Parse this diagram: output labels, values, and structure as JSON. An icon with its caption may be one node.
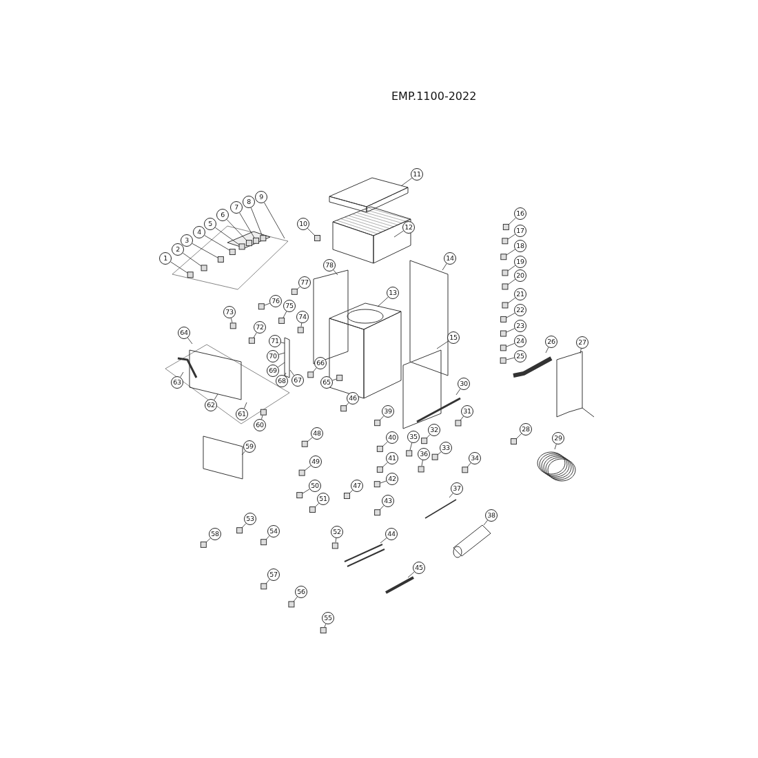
{
  "diagram": {
    "title": "EMP.1100-2022",
    "nodes": [
      {
        "text": [
          "1"
        ]
      },
      {
        "text": [
          "2"
        ]
      },
      {
        "text": [
          "3"
        ]
      },
      {
        "text": [
          "4"
        ]
      },
      {
        "text": [
          "5"
        ]
      },
      {
        "text": [
          "6"
        ]
      },
      {
        "text": [
          "7"
        ]
      },
      {
        "text": [
          "8"
        ]
      },
      {
        "text": [
          "9"
        ]
      },
      {
        "text": [
          "10"
        ]
      },
      {
        "text": [
          "11"
        ]
      },
      {
        "text": [
          "12"
        ]
      },
      {
        "text": [
          "13"
        ]
      },
      {
        "text": [
          "14"
        ]
      },
      {
        "text": [
          "15"
        ]
      },
      {
        "text": [
          "16"
        ]
      },
      {
        "text": [
          "17"
        ]
      },
      {
        "text": [
          "18"
        ]
      },
      {
        "text": [
          "19"
        ]
      },
      {
        "text": [
          "20"
        ]
      },
      {
        "text": [
          "21"
        ]
      },
      {
        "text": [
          "22"
        ]
      },
      {
        "text": [
          "23"
        ]
      },
      {
        "text": [
          "24"
        ]
      },
      {
        "text": [
          "25"
        ]
      },
      {
        "text": [
          "26"
        ]
      },
      {
        "text": [
          "27"
        ]
      },
      {
        "text": [
          "28"
        ]
      },
      {
        "text": [
          "29"
        ]
      },
      {
        "text": [
          "30"
        ]
      },
      {
        "text": [
          "31"
        ]
      },
      {
        "text": [
          "32"
        ]
      },
      {
        "text": [
          "33"
        ]
      },
      {
        "text": [
          "34"
        ]
      },
      {
        "text": [
          "35"
        ]
      },
      {
        "text": [
          "36"
        ]
      },
      {
        "text": [
          "37"
        ]
      },
      {
        "text": [
          "38"
        ]
      },
      {
        "text": [
          "39"
        ]
      },
      {
        "text": [
          "40"
        ]
      },
      {
        "text": [
          "41"
        ]
      },
      {
        "text": [
          "42"
        ]
      },
      {
        "text": [
          "43"
        ]
      },
      {
        "text": [
          "44"
        ]
      },
      {
        "text": [
          "45"
        ]
      },
      {
        "text": [
          "46"
        ]
      },
      {
        "text": [
          "47"
        ]
      },
      {
        "text": [
          "48"
        ]
      },
      {
        "text": [
          "49"
        ]
      },
      {
        "text": [
          "50"
        ]
      },
      {
        "text": [
          "51"
        ]
      },
      {
        "text": [
          "52"
        ]
      },
      {
        "text": [
          "53"
        ]
      },
      {
        "text": [
          "54"
        ]
      },
      {
        "text": [
          "55"
        ]
      },
      {
        "text": [
          "56"
        ]
      },
      {
        "text": [
          "57"
        ]
      },
      {
        "text": [
          "58"
        ]
      },
      {
        "text": [
          "59"
        ]
      },
      {
        "text": [
          "60"
        ]
      },
      {
        "text": [
          "61"
        ]
      },
      {
        "text": [
          "62"
        ]
      },
      {
        "text": [
          "63"
        ]
      },
      {
        "text": [
          "64"
        ]
      },
      {
        "text": [
          "65"
        ]
      },
      {
        "text": [
          "66"
        ]
      },
      {
        "text": [
          "67"
        ]
      },
      {
        "text": [
          "68"
        ]
      },
      {
        "text": [
          "69"
        ]
      },
      {
        "text": [
          "70"
        ]
      },
      {
        "text": [
          "71"
        ]
      },
      {
        "text": [
          "72"
        ]
      },
      {
        "text": [
          "73"
        ]
      },
      {
        "text": [
          "74"
        ]
      },
      {
        "text": [
          "75"
        ]
      },
      {
        "text": [
          "76"
        ]
      },
      {
        "text": [
          "77"
        ]
      },
      {
        "text": [
          "78"
        ]
      }
    ],
    "edges": [
      {
        "from": 0,
        "to": null,
        "arrow": "none"
      },
      {
        "from": 1,
        "to": null,
        "arrow": "none"
      },
      {
        "from": 2,
        "to": null,
        "arrow": "none"
      },
      {
        "from": 3,
        "to": null,
        "arrow": "none"
      },
      {
        "from": 4,
        "to": null,
        "arrow": "none"
      },
      {
        "from": 5,
        "to": null,
        "arrow": "none"
      },
      {
        "from": 6,
        "to": null,
        "arrow": "none"
      },
      {
        "from": 7,
        "to": null,
        "arrow": "none"
      },
      {
        "from": 8,
        "to": null,
        "arrow": "none"
      },
      {
        "from": 9,
        "to": null,
        "arrow": "none"
      },
      {
        "from": 10,
        "to": null,
        "arrow": "none"
      },
      {
        "from": 11,
        "to": null,
        "arrow": "none"
      },
      {
        "from": 12,
        "to": null,
        "arrow": "none"
      },
      {
        "from": 13,
        "to": null,
        "arrow": "none"
      },
      {
        "from": 14,
        "to": null,
        "arrow": "none"
      },
      {
        "from": 15,
        "to": null,
        "arrow": "none"
      },
      {
        "from": 16,
        "to": null,
        "arrow": "none"
      },
      {
        "from": 17,
        "to": null,
        "arrow": "none"
      },
      {
        "from": 18,
        "to": null,
        "arrow": "none"
      },
      {
        "from": 19,
        "to": null,
        "arrow": "none"
      },
      {
        "from": 20,
        "to": null,
        "arrow": "none"
      },
      {
        "from": 21,
        "to": null,
        "arrow": "none"
      },
      {
        "from": 22,
        "to": null,
        "arrow": "none"
      },
      {
        "from": 23,
        "to": null,
        "arrow": "none"
      },
      {
        "from": 24,
        "to": null,
        "arrow": "none"
      },
      {
        "from": 25,
        "to": null,
        "arrow": "none"
      },
      {
        "from": 26,
        "to": null,
        "arrow": "none"
      },
      {
        "from": 27,
        "to": null,
        "arrow": "none"
      },
      {
        "from": 28,
        "to": null,
        "arrow": "none"
      },
      {
        "from": 29,
        "to": null,
        "arrow": "none"
      },
      {
        "from": 30,
        "to": null,
        "arrow": "none"
      },
      {
        "from": 31,
        "to": null,
        "arrow": "none"
      },
      {
        "from": 32,
        "to": null,
        "arrow": "none"
      },
      {
        "from": 33,
        "to": null,
        "arrow": "none"
      },
      {
        "from": 34,
        "to": null,
        "arrow": "none"
      },
      {
        "from": 35,
        "to": null,
        "arrow": "none"
      },
      {
        "from": 36,
        "to": null,
        "arrow": "none"
      },
      {
        "from": 37,
        "to": null,
        "arrow": "none"
      },
      {
        "from": 38,
        "to": null,
        "arrow": "none"
      },
      {
        "from": 39,
        "to": null,
        "arrow": "none"
      },
      {
        "from": 40,
        "to": null,
        "arrow": "none"
      },
      {
        "from": 41,
        "to": null,
        "arrow": "none"
      },
      {
        "from": 42,
        "to": null,
        "arrow": "none"
      },
      {
        "from": 43,
        "to": null,
        "arrow": "none"
      },
      {
        "from": 44,
        "to": null,
        "arrow": "none"
      },
      {
        "from": 45,
        "to": null,
        "arrow": "none"
      },
      {
        "from": 46,
        "to": null,
        "arrow": "none"
      },
      {
        "from": 47,
        "to": null,
        "arrow": "none"
      },
      {
        "from": 48,
        "to": null,
        "arrow": "none"
      },
      {
        "from": 49,
        "to": null,
        "arrow": "none"
      },
      {
        "from": 50,
        "to": null,
        "arrow": "none"
      },
      {
        "from": 51,
        "to": null,
        "arrow": "none"
      },
      {
        "from": 52,
        "to": null,
        "arrow": "none"
      },
      {
        "from": 53,
        "to": null,
        "arrow": "none"
      },
      {
        "from": 54,
        "to": null,
        "arrow": "none"
      },
      {
        "from": 55,
        "to": null,
        "arrow": "none"
      },
      {
        "from": 56,
        "to": null,
        "arrow": "none"
      },
      {
        "from": 57,
        "to": null,
        "arrow": "none"
      },
      {
        "from": 58,
        "to": null,
        "arrow": "none"
      },
      {
        "from": 59,
        "to": null,
        "arrow": "none"
      },
      {
        "from": 60,
        "to": null,
        "arrow": "none"
      },
      {
        "from": 61,
        "to": null,
        "arrow": "none"
      },
      {
        "from": 62,
        "to": null,
        "arrow": "none"
      },
      {
        "from": 63,
        "to": null,
        "arrow": "none"
      },
      {
        "from": 64,
        "to": null,
        "arrow": "none"
      },
      {
        "from": 65,
        "to": null,
        "arrow": "none"
      },
      {
        "from": 66,
        "to": null,
        "arrow": "none"
      },
      {
        "from": 67,
        "to": null,
        "arrow": "none"
      },
      {
        "from": 68,
        "to": null,
        "arrow": "none"
      },
      {
        "from": 69,
        "to": null,
        "arrow": "none"
      },
      {
        "from": 70,
        "to": null,
        "arrow": "none"
      },
      {
        "from": 71,
        "to": null,
        "arrow": "none"
      },
      {
        "from": 72,
        "to": null,
        "arrow": "none"
      },
      {
        "from": 73,
        "to": null,
        "arrow": "none"
      },
      {
        "from": 74,
        "to": null,
        "arrow": "none"
      },
      {
        "from": 75,
        "to": null,
        "arrow": "none"
      },
      {
        "from": 76,
        "to": null,
        "arrow": "none"
      },
      {
        "from": 77,
        "to": null,
        "arrow": "none"
      }
    ]
  }
}
